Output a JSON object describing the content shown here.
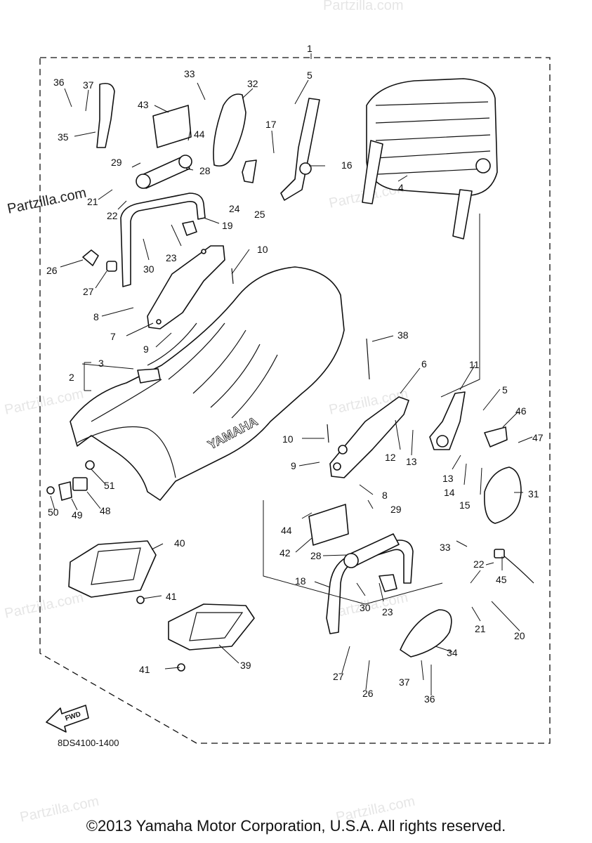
{
  "watermark": {
    "brand_main": "Partzilla.com",
    "brand_repeat": "Partzilla.com"
  },
  "diagram": {
    "code": "8DS4100-1400",
    "fwd_label": "FWD",
    "seat_brand": "YAMAHA",
    "callouts": [
      "1",
      "2",
      "3",
      "4",
      "5",
      "6",
      "7",
      "8",
      "9",
      "10",
      "11",
      "12",
      "13",
      "14",
      "15",
      "16",
      "17",
      "18",
      "19",
      "20",
      "21",
      "22",
      "23",
      "24",
      "25",
      "26",
      "27",
      "28",
      "29",
      "30",
      "31",
      "32",
      "33",
      "34",
      "35",
      "36",
      "37",
      "38",
      "39",
      "40",
      "41",
      "42",
      "43",
      "44",
      "45",
      "46",
      "47",
      "48",
      "49",
      "50",
      "51"
    ]
  },
  "footer": {
    "copyright": "©2013 Yamaha Motor Corporation, U.S.A. All rights reserved."
  }
}
